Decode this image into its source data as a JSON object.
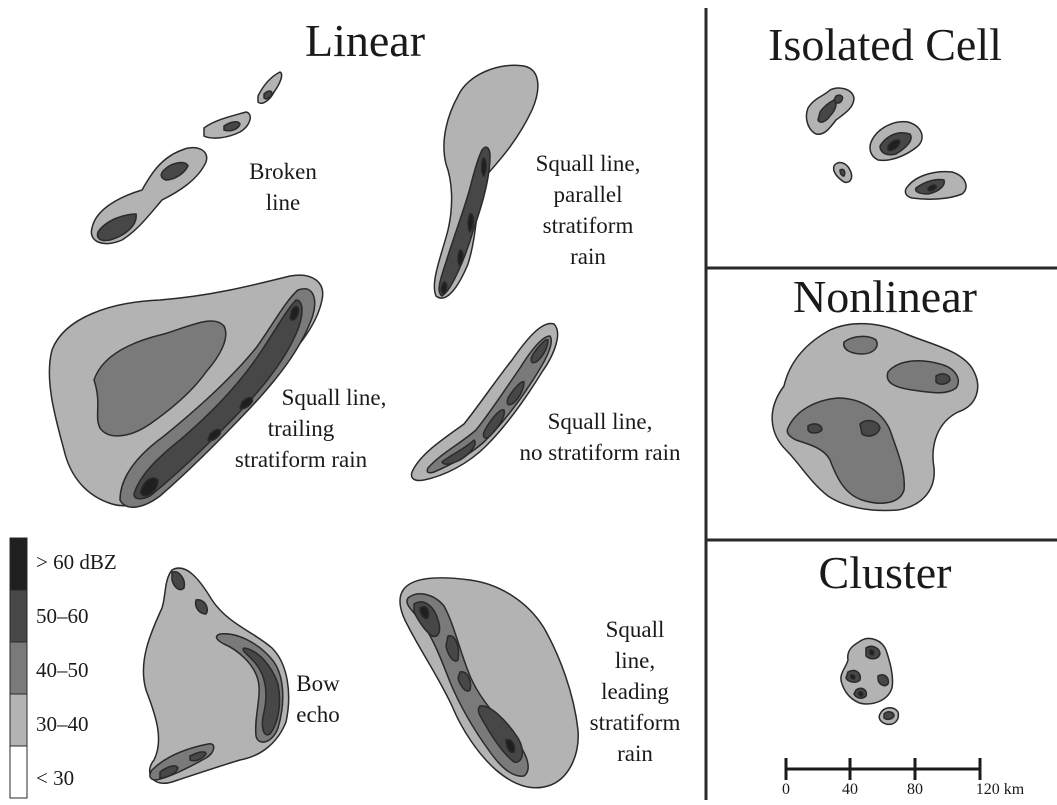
{
  "sections": {
    "linear": "Linear",
    "isolated": "Isolated Cell",
    "nonlinear": "Nonlinear",
    "cluster": "Cluster"
  },
  "labels": {
    "broken_line": [
      "Broken",
      "line"
    ],
    "squall_parallel": [
      "Squall line,",
      "parallel",
      "stratiform",
      "rain"
    ],
    "squall_trailing": [
      "Squall line,",
      "trailing",
      "stratiform rain"
    ],
    "squall_none": [
      "Squall line,",
      "no stratiform rain"
    ],
    "bow_echo": [
      "Bow",
      "echo"
    ],
    "squall_leading": [
      "Squall",
      "line,",
      "leading",
      "stratiform",
      "rain"
    ]
  },
  "legend": {
    "entries": [
      {
        "label": "> 60 dBZ",
        "color": "#1f1f1f"
      },
      {
        "label": "50–60",
        "color": "#474747"
      },
      {
        "label": "40–50",
        "color": "#7a7a7a"
      },
      {
        "label": "30–40",
        "color": "#b3b3b3"
      },
      {
        "label": "< 30",
        "color": "#ffffff"
      }
    ]
  },
  "scale_bar": {
    "ticks": [
      "0",
      "40",
      "80",
      "120 km"
    ]
  },
  "colors": {
    "gt60": "#1f1f1f",
    "c50_60": "#474747",
    "c40_50": "#7a7a7a",
    "c30_40": "#b3b3b3",
    "lt30": "#ffffff",
    "outline": "#2a2a2a"
  }
}
